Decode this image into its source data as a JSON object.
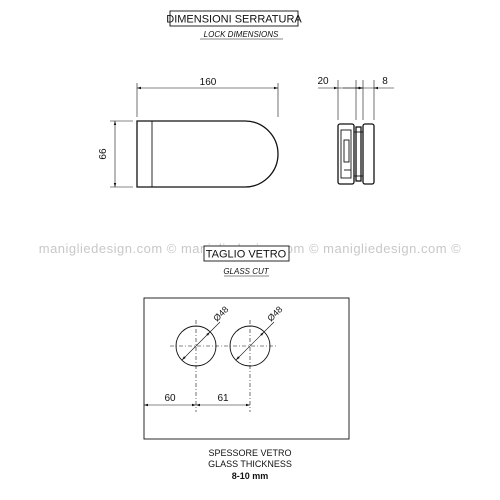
{
  "lock_dimensions": {
    "title": "DIMENSIONI SERRATURA",
    "subtitle": "LOCK DIMENSIONS",
    "length": "160",
    "height": "66",
    "side_a": "20",
    "side_b": "8"
  },
  "watermark": "maniglie​design.com  ©  maniglie​design.com  ©  maniglie​design.com  ©",
  "glass_cut": {
    "title": "TAGLIO VETRO",
    "subtitle": "GLASS CUT",
    "hole_1_diameter": "Ø48",
    "hole_2_diameter": "Ø48",
    "offset_edge": "60",
    "offset_between": "61"
  },
  "glass_thickness": {
    "label_it": "SPESSORE VETRO",
    "label_en": "GLASS THICKNESS",
    "value": "8-10 mm"
  }
}
